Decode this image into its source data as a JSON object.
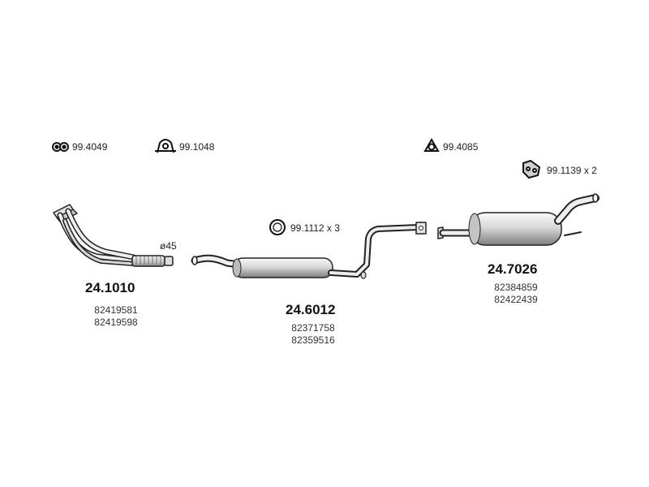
{
  "accessories": {
    "clamp": "99.4049",
    "ubolt": "99.1048",
    "hanger": "99.4085",
    "mount": "99.1139 x 2",
    "ring": "99.1112 x 3"
  },
  "parts": {
    "front": {
      "code": "24.1010",
      "oem": [
        "82419581",
        "82419598"
      ],
      "diameter": "ø45"
    },
    "middle": {
      "code": "24.6012",
      "oem": [
        "82371758",
        "82359516"
      ]
    },
    "rear": {
      "code": "24.7026",
      "oem": [
        "82384859",
        "82422439"
      ]
    }
  }
}
